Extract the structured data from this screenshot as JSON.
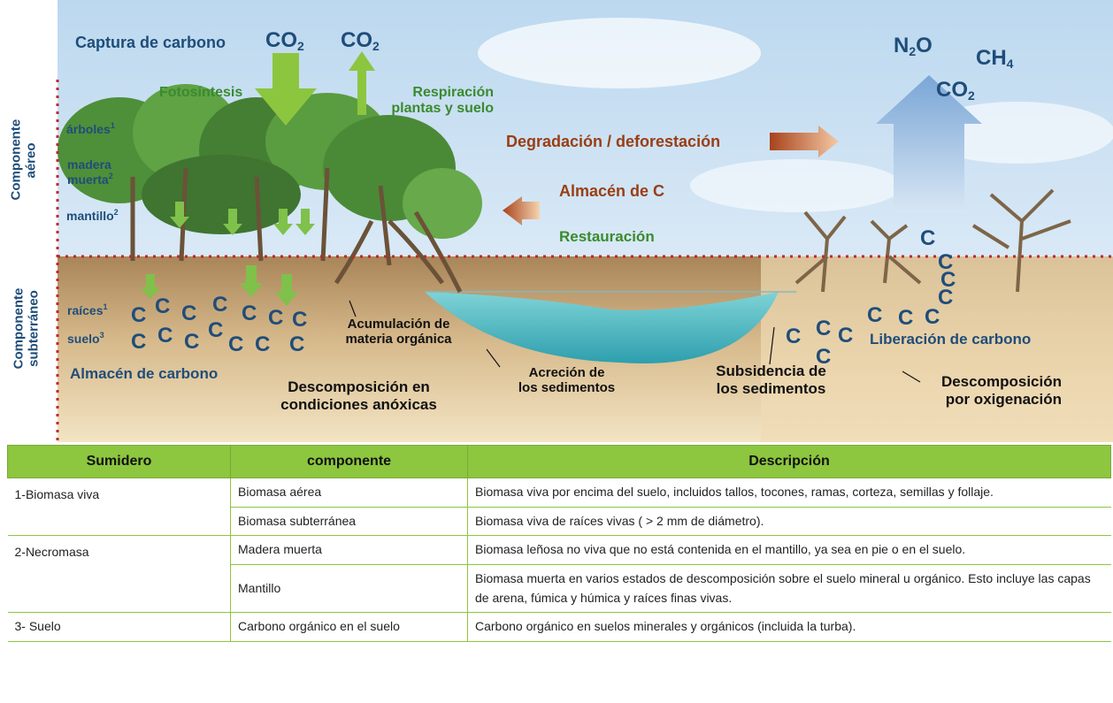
{
  "diagram": {
    "top_labels": {
      "captura": "Captura de carbono",
      "co2_in": "CO",
      "co2_out": "CO",
      "fotosintesis": "Fotosíntesis",
      "respiracion_1": "Respiración",
      "respiracion_2": "plantas y suelo",
      "n2o": "N",
      "ch4": "CH",
      "co2_release": "CO",
      "degradacion": "Degradación / deforestación",
      "almacen_c": "Almacén de C",
      "restauracion": "Restauración"
    },
    "side_labels": {
      "aereo_1": "Componente",
      "aereo_2": "aéreo",
      "subterraneo_1": "Componente",
      "subterraneo_2": "subterráneo"
    },
    "component_labels": {
      "arboles": "árboles",
      "arboles_sup": "1",
      "madera": "madera",
      "muerta": "muerta",
      "muerta_sup": "2",
      "mantillo": "mantillo",
      "mantillo_sup": "2",
      "raices": "raíces",
      "raices_sup": "1",
      "suelo": "suelo",
      "suelo_sup": "3"
    },
    "process_labels": {
      "almacen_carbono": "Almacén de carbono",
      "acumulacion_1": "Acumulación de",
      "acumulacion_2": "materia orgánica",
      "descomp_anox_1": "Descomposición en",
      "descomp_anox_2": "condiciones anóxicas",
      "acrecion_1": "Acreción de",
      "acrecion_2": "los sedimentos",
      "subsidencia_1": "Subsidencia de",
      "subsidencia_2": "los sedimentos",
      "liberacion": "Liberación de carbono",
      "descomp_oxi_1": "Descomposición",
      "descomp_oxi_2": "por oxigenación"
    },
    "carbon_symbol": "C",
    "subscript_2": "2",
    "subscript_4": "4",
    "colors": {
      "sky": "#cfe3f3",
      "soil": "#c9a676",
      "sand": "#f1e2c0",
      "water": "#5cc0c8",
      "foliage": "#4e8f3a",
      "blue_text": "#1f4d7a",
      "green_text": "#3a8a2e",
      "brown_text": "#9a3d14",
      "table_header": "#8dc63f",
      "dotted_line": "#c0272d"
    }
  },
  "table": {
    "headers": [
      "Sumidero",
      "componente",
      "Descripción"
    ],
    "rows": [
      {
        "sumidero": "1-Biomasa viva",
        "componente": "Biomasa aérea",
        "descripcion": "Biomasa viva por encima del suelo, incluidos tallos, tocones, ramas, corteza, semillas y follaje."
      },
      {
        "sumidero": "",
        "componente": "Biomasa subterránea",
        "descripcion": "Biomasa viva de raíces vivas ( > 2 mm de diámetro)."
      },
      {
        "sumidero": "2-Necromasa",
        "componente": "Madera muerta",
        "descripcion": "Biomasa leñosa no viva que no está contenida en el mantillo, ya sea en pie o en el suelo."
      },
      {
        "sumidero": "",
        "componente": "Mantillo",
        "descripcion": "Biomasa muerta en varios estados de descomposición sobre el suelo mineral u orgánico. Esto incluye las capas de arena, fúmica y húmica y raíces finas vivas."
      },
      {
        "sumidero": "3- Suelo",
        "componente": "Carbono orgánico en el suelo",
        "descripcion": "Carbono orgánico en suelos minerales y orgánicos (incluida la turba)."
      }
    ]
  }
}
